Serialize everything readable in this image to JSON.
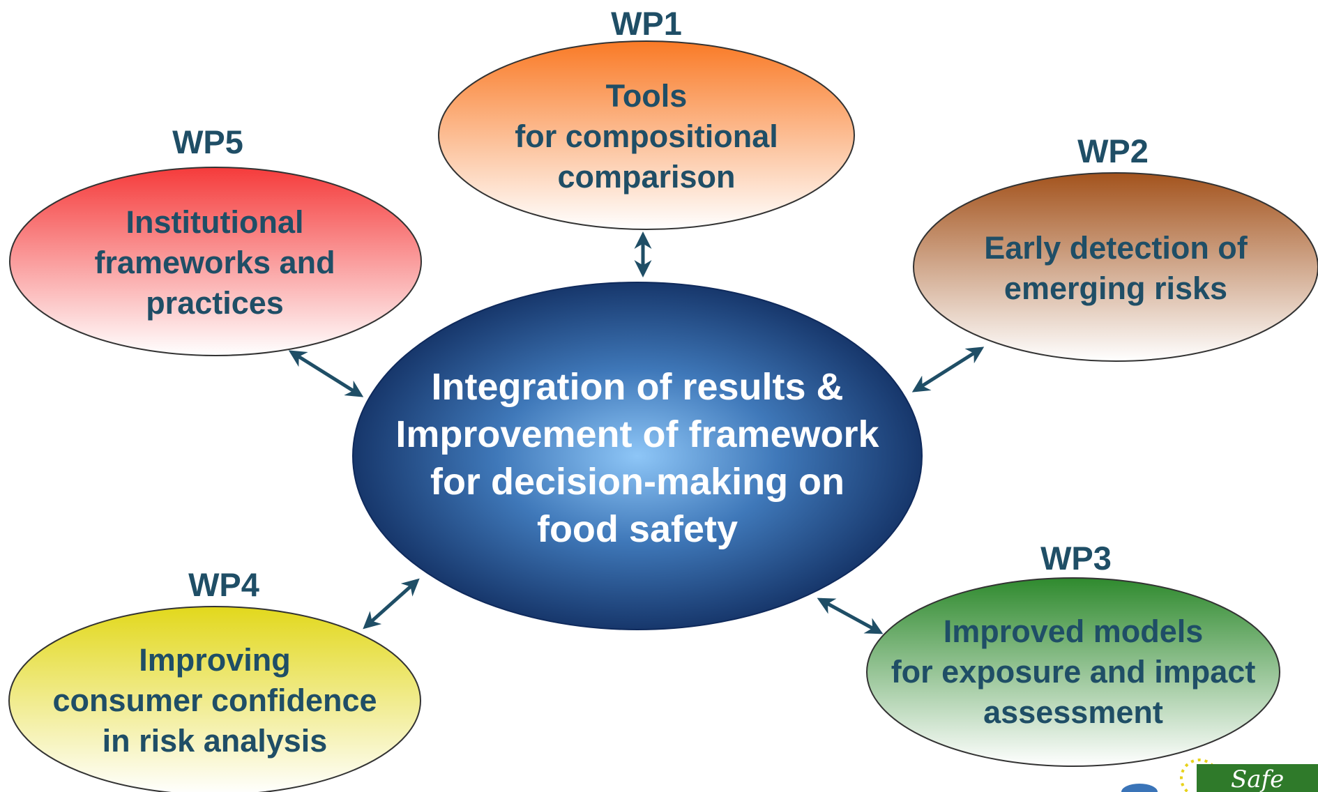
{
  "diagram": {
    "center": {
      "text": "Integration of results &\nImprovement of framework\n for decision-making on\n food safety"
    },
    "nodes": [
      {
        "id": "wp1",
        "label": "WP1",
        "text": "Tools\nfor compositional\n comparison",
        "color": "#f97a26"
      },
      {
        "id": "wp2",
        "label": "WP2",
        "text": "Early detection of\n emerging risks",
        "color": "#a3531d"
      },
      {
        "id": "wp3",
        "label": "WP3",
        "text": "Improved models\nfor exposure and impact\nassessment",
        "color": "#2f8a2e"
      },
      {
        "id": "wp4",
        "label": "WP4",
        "text": "Improving\nconsumer confidence\n in risk analysis",
        "color": "#e2d81c"
      },
      {
        "id": "wp5",
        "label": "WP5",
        "text": "Institutional\nframeworks and\n practices",
        "color": "#f53b3b"
      }
    ],
    "center_colors": {
      "inner": "#8ec6f7",
      "outer": "#0f2a5c"
    },
    "arrow_color": "#1f4e66",
    "text_color": "#1f4e66"
  },
  "logo": {
    "text": "Safe"
  }
}
